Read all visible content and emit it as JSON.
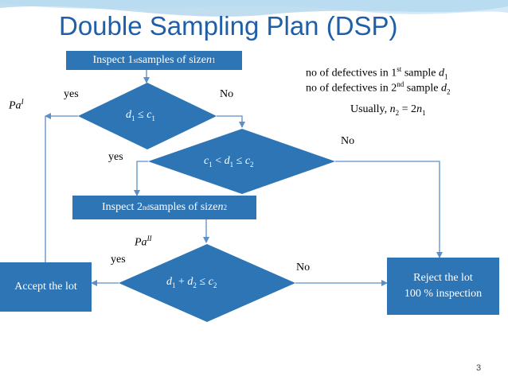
{
  "slide": {
    "title": "Double Sampling Plan (DSP)",
    "page_number": "3",
    "colors": {
      "title": "#1f5fa8",
      "box_fill": "#2e75b6",
      "connector": "#5b8fc7",
      "header_wave": "#8ec3e6"
    }
  },
  "flow": {
    "inspect_first": {
      "text": "Inspect 1",
      "sup": "st",
      "rest": " samples of size ",
      "var": "n",
      "sub": "1"
    },
    "decision1": {
      "var1": "d",
      "sub1": "1",
      "op": " ≤ ",
      "var2": "c",
      "sub2": "1"
    },
    "decision2": {
      "var1": "c",
      "sub1": "1",
      "op1": " < ",
      "var2": "d",
      "sub2": "1",
      "op2": " ≤ ",
      "var3": "c",
      "sub3": "2"
    },
    "inspect_second": {
      "text": "Inspect 2",
      "sup": "nd",
      "rest": " samples of size ",
      "var": "n",
      "sub": "2"
    },
    "decision3": {
      "var1": "d",
      "sub1": "1",
      "op1": " + ",
      "var2": "d",
      "sub2": "2",
      "op2": " ≤ ",
      "var3": "c",
      "sub3": "2"
    },
    "accept": "Accept the lot",
    "reject_line1": "Reject the lot",
    "reject_line2": "100 % inspection"
  },
  "labels": {
    "yes1": "yes",
    "no1": "No",
    "yes2": "yes",
    "no2": "No",
    "yes3": "yes",
    "no3": "No",
    "pa1": {
      "var": "Pa",
      "sup": "I"
    },
    "pa2": {
      "var": "Pa",
      "sup": "II"
    }
  },
  "notes": {
    "line1": {
      "text": "no of defectives in 1",
      "sup": "st",
      "rest": " sample ",
      "var": "d",
      "sub": "1"
    },
    "line2": {
      "text": "no of defectives in 2",
      "sup": "nd",
      "rest": " sample ",
      "var": "d",
      "sub": "2"
    },
    "line3": {
      "text": "Usually, ",
      "lhs_var": "n",
      "lhs_sub": "2",
      "eq": " = 2",
      "rhs_var": "n",
      "rhs_sub": "1"
    }
  }
}
